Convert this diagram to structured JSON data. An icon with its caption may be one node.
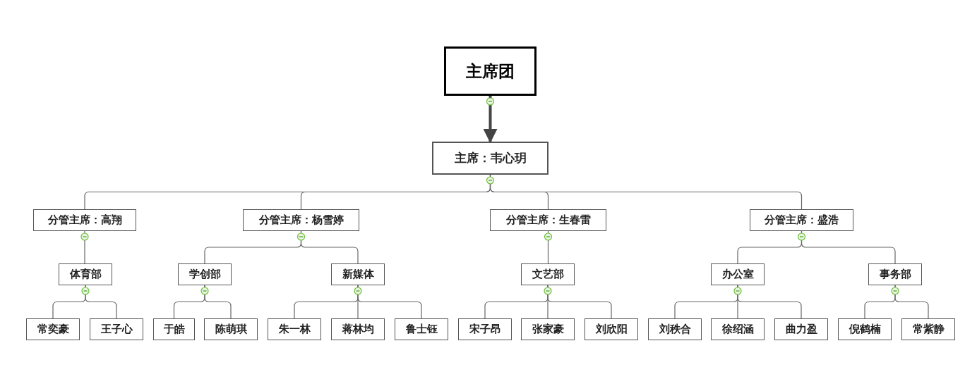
{
  "diagram": {
    "nodes": [
      {
        "text": [
          "主席团"
        ]
      },
      {
        "text": [
          "主席：韦心玥"
        ]
      },
      {
        "text": [
          "分管主席：高翔"
        ]
      },
      {
        "text": [
          "体育部"
        ]
      },
      {
        "text": [
          "常奕豪"
        ]
      },
      {
        "text": [
          "王子心"
        ]
      },
      {
        "text": [
          "分管主席：杨雪婷"
        ]
      },
      {
        "text": [
          "学创部"
        ]
      },
      {
        "text": [
          "于皓"
        ]
      },
      {
        "text": [
          "陈萌琪"
        ]
      },
      {
        "text": [
          "新媒体"
        ]
      },
      {
        "text": [
          "朱一林"
        ]
      },
      {
        "text": [
          "蒋林均"
        ]
      },
      {
        "text": [
          "鲁士钰"
        ]
      },
      {
        "text": [
          "分管主席：生春雷"
        ]
      },
      {
        "text": [
          "文艺部"
        ]
      },
      {
        "text": [
          "宋子昂"
        ]
      },
      {
        "text": [
          "张家豪"
        ]
      },
      {
        "text": [
          "刘欣阳"
        ]
      },
      {
        "text": [
          "分管主席：盛浩"
        ]
      },
      {
        "text": [
          "办公室"
        ]
      },
      {
        "text": [
          "刘秩合"
        ]
      },
      {
        "text": [
          "徐绍涵"
        ]
      },
      {
        "text": [
          "曲力盈"
        ]
      },
      {
        "text": [
          "事务部"
        ]
      },
      {
        "text": [
          "倪鹤楠"
        ]
      },
      {
        "text": [
          "常紫静"
        ]
      }
    ],
    "edges": [
      {
        "from": 0,
        "to": 1,
        "arrow": "to",
        "style": "thick",
        "color": "#444444"
      },
      {
        "from": 1,
        "to": 2,
        "arrow": "none"
      },
      {
        "from": 1,
        "to": 6,
        "arrow": "none"
      },
      {
        "from": 1,
        "to": 14,
        "arrow": "none"
      },
      {
        "from": 1,
        "to": 19,
        "arrow": "none"
      },
      {
        "from": 2,
        "to": 3,
        "arrow": "none"
      },
      {
        "from": 3,
        "to": 4,
        "arrow": "none"
      },
      {
        "from": 3,
        "to": 5,
        "arrow": "none"
      },
      {
        "from": 6,
        "to": 7,
        "arrow": "none"
      },
      {
        "from": 6,
        "to": 10,
        "arrow": "none"
      },
      {
        "from": 7,
        "to": 8,
        "arrow": "none"
      },
      {
        "from": 7,
        "to": 9,
        "arrow": "none"
      },
      {
        "from": 10,
        "to": 11,
        "arrow": "none"
      },
      {
        "from": 10,
        "to": 12,
        "arrow": "none"
      },
      {
        "from": 10,
        "to": 13,
        "arrow": "none"
      },
      {
        "from": 14,
        "to": 15,
        "arrow": "none"
      },
      {
        "from": 15,
        "to": 16,
        "arrow": "none"
      },
      {
        "from": 15,
        "to": 17,
        "arrow": "none"
      },
      {
        "from": 15,
        "to": 18,
        "arrow": "none"
      },
      {
        "from": 19,
        "to": 20,
        "arrow": "none"
      },
      {
        "from": 19,
        "to": 24,
        "arrow": "none"
      },
      {
        "from": 20,
        "to": 21,
        "arrow": "none"
      },
      {
        "from": 20,
        "to": 22,
        "arrow": "none"
      },
      {
        "from": 20,
        "to": 23,
        "arrow": "none"
      },
      {
        "from": 24,
        "to": 25,
        "arrow": "none"
      },
      {
        "from": 24,
        "to": 26,
        "arrow": "none"
      }
    ]
  }
}
